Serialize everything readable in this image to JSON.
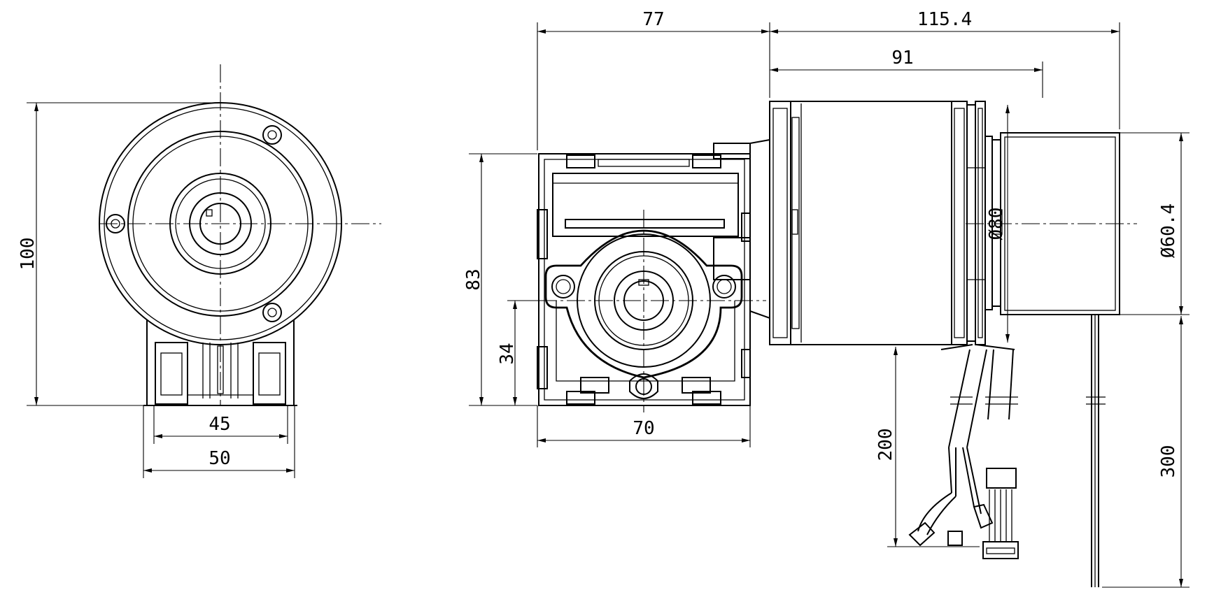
{
  "drawing": {
    "dimensions": {
      "front_height": "100",
      "front_width_inner": "45",
      "front_width_outer": "50",
      "gearbox_length": "77",
      "motor_total": "115.4",
      "motor_body": "91",
      "gearbox_height": "83",
      "shaft_height": "34",
      "gearbox_width": "70",
      "motor_diameter": "Ø80",
      "encoder_diameter": "Ø60.4",
      "cable_length_power": "200",
      "cable_length_encoder": "300"
    }
  }
}
